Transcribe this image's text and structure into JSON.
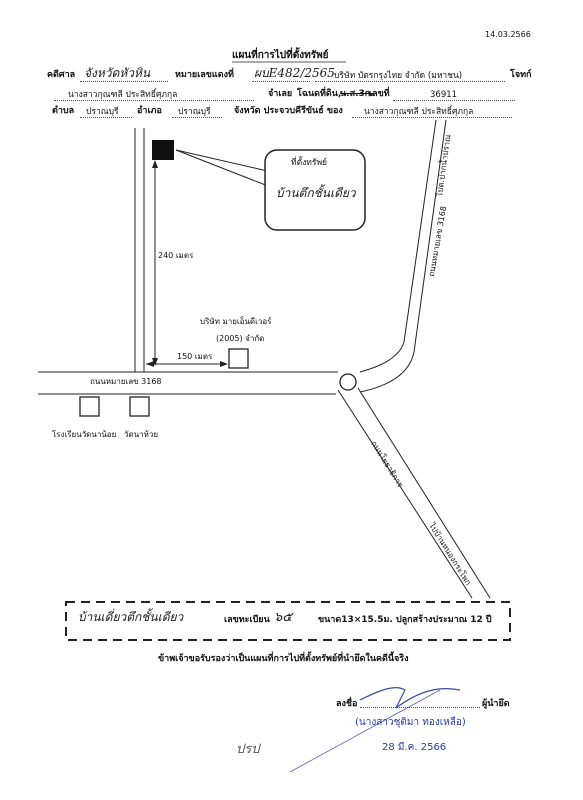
{
  "header": {
    "date": "14.03.2566",
    "title": "แผนที่การไปที่ตั้งทรัพย์"
  },
  "case": {
    "court_label": "คดีศาล",
    "court_value": "จังหวัดหัวหิน",
    "case_no_label": "หมายเลขแดงที่",
    "case_no_value": "ผบE482/2565",
    "plaintiff": "บริษัท บัตรกรุงไทย จำกัด (มหาชน)",
    "plaintiff_label": "โจทก์",
    "defendant": "นางสาวกุณฑลี ประสิทธิ์ศุภกุล",
    "defendant_label": "จำเลย",
    "deed_label": "โฉนดที่ดิน,",
    "deed_strike": "น.ส.3ก.",
    "deed_no_label": "เลขที่",
    "deed_no": "36911",
    "subdistrict_label": "ตำบล",
    "subdistrict": "ปราณบุรี",
    "district_label": "อำเภอ",
    "district": "ปราณบุรี",
    "province_label": "จังหวัด ประจวบคีรีขันธ์ ของ",
    "owner": "นางสาวกุณฑลี ประสิทธิ์ศุภกุล"
  },
  "map": {
    "callout_line1": "ที่ตั้งทรัพย์",
    "callout_line2": "บ้านตึกชั้นเดียว",
    "distance_vertical": "240 เมตร",
    "distance_horizontal": "150 เมตร",
    "company_line1": "บริษัท มายเอ็นดีเวอร์",
    "company_line2": "(2005) จำกัด",
    "road_main": "ถนนหมายเลข 3168",
    "road_vertical": "ถนนหมายเลข 3168",
    "to_pakpran": "ไปต.ปากน้ำปราณ",
    "road_diagonal": "ถนนโยธาธิการ",
    "to_bangsaphan": "ไปบ้านหนองกระโพก",
    "school": "โรงเรียนวัดนาน้อย",
    "temple": "วัดนาห้วย"
  },
  "property": {
    "type": "บ้านเดี่ยวตึกชั้นเดียว",
    "reg_label": "เลขทะเบียน",
    "reg_no": "๖๕",
    "size_text": "ขนาด13×15.5ม. ปลูกสร้างประมาณ 12 ปี"
  },
  "certification": "ข้าพเจ้าขอรับรองว่าเป็นแผนที่การไปที่ตั้งทรัพย์ที่นำยึดในคดีนี้จริง",
  "signature": {
    "sign_label": "ลงชื่อ",
    "role": "ผู้นำยึด",
    "stamp_name": "(นางสาวชุติมา ทองเหลือ)",
    "date_stamp": "28 มี.ค. 2566",
    "note": "ปรป"
  }
}
